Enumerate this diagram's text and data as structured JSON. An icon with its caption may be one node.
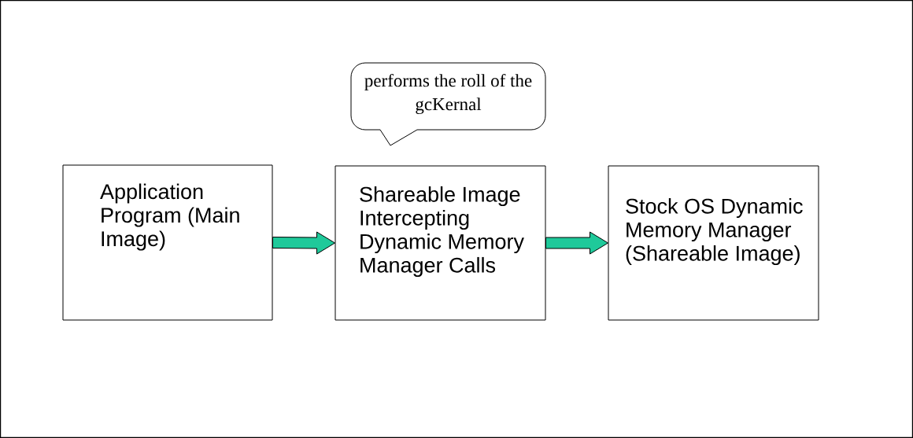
{
  "diagram": {
    "nodes": [
      {
        "text": [
          "Application Program (Main Image)"
        ]
      },
      {
        "text": [
          "Shareable Image Intercepting Dynamic Memory Manager Calls"
        ]
      },
      {
        "text": [
          "Stock OS Dynamic Memory Manager (Shareable Image)"
        ]
      },
      {
        "text": [
          "performs the roll of the gcKernal"
        ]
      }
    ],
    "edges": [
      {
        "from": 0,
        "to": 1,
        "arrow": "to"
      },
      {
        "from": 1,
        "to": 2,
        "arrow": "to"
      }
    ]
  }
}
